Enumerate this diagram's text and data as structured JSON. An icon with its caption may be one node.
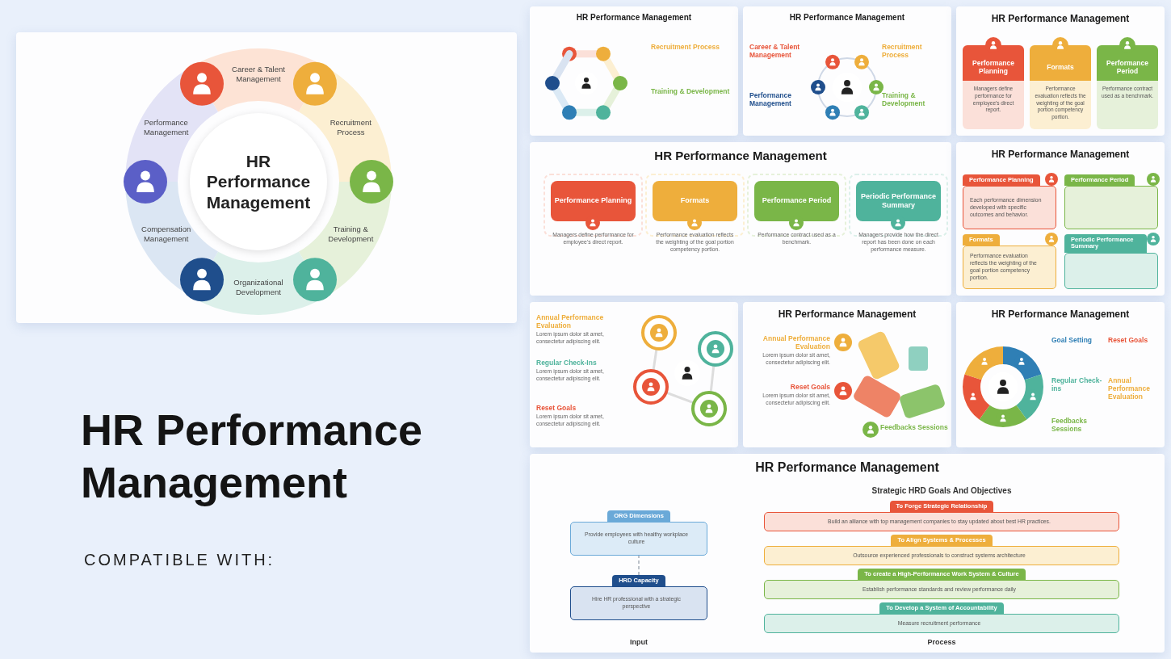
{
  "diagram": {
    "title": "HR Performance Management",
    "nodes": [
      {
        "text": [],
        "shape": "box"
      },
      {
        "text": [
          "HR Performance Management"
        ],
        "in": 0
      },
      {
        "text": [
          "Career & Talent Management"
        ],
        "in": 0
      },
      {
        "text": [
          "Recruitment Process"
        ],
        "in": 0
      },
      {
        "text": [
          "Training & Development"
        ],
        "in": 0
      },
      {
        "text": [
          "Organizational Development"
        ],
        "in": 0
      },
      {
        "text": [
          "Compensation Management"
        ],
        "in": 0
      },
      {
        "text": [
          "Performance Management"
        ],
        "in": 0
      },
      {
        "text": [
          "HR Performance Management"
        ]
      },
      {
        "text": [
          "Recruitment Process"
        ],
        "in": 8
      },
      {
        "text": [
          "Training & Development"
        ],
        "in": 8
      },
      {
        "text": [
          "HR Performance Management"
        ]
      },
      {
        "text": [
          "Career & Talent Management"
        ],
        "in": 11
      },
      {
        "text": [
          "Recruitment Process"
        ],
        "in": 11
      },
      {
        "text": [
          "Performance Management"
        ],
        "in": 11
      },
      {
        "text": [
          "Training & Development"
        ],
        "in": 11
      },
      {
        "text": [
          "HR Performance Management"
        ]
      },
      {
        "text": [
          "Performance Planning",
          "Managers define performance for employee's direct report."
        ],
        "in": 16
      },
      {
        "text": [
          "Formats",
          "Performance evaluation reflects the weighting of the goal portion competency portion."
        ],
        "in": 16
      },
      {
        "text": [
          "Performance Period",
          "Performance contract used as a benchmark."
        ],
        "in": 16
      },
      {
        "text": [
          "HR Performance Management"
        ]
      },
      {
        "text": [
          "Performance Planning"
        ],
        "in": 20,
        "beside": [
          "Managers define performance for employee's direct report."
        ]
      },
      {
        "text": [
          "Formats"
        ],
        "in": 20,
        "beside": [
          "Performance evaluation reflects the weighting of the goal portion competency portion."
        ]
      },
      {
        "text": [
          "Performance Period"
        ],
        "in": 20,
        "beside": [
          "Performance contract used as a benchmark."
        ]
      },
      {
        "text": [
          "Periodic Performance Summary"
        ],
        "in": 20,
        "beside": [
          "Managers provide how the direct report has been done on each performance measure."
        ]
      },
      {
        "text": [
          "HR Performance Management"
        ]
      },
      {
        "text": [
          "Performance Planning",
          "Each performance dimension developed with specific outcomes and behavior."
        ],
        "in": 25
      },
      {
        "text": [
          "Performance Period"
        ],
        "in": 25
      },
      {
        "text": [
          "Formats",
          "Performance evaluation reflects the weighting of the goal portion competency portion."
        ],
        "in": 25
      },
      {
        "text": [
          "Periodic Performance Summary"
        ],
        "in": 25
      },
      {
        "text": [],
        "shape": "box"
      },
      {
        "text": [
          "Annual Performance Evaluation",
          "Lorem ipsum dolor sit amet, consectetur adipiscing elit."
        ],
        "in": 30
      },
      {
        "text": [
          "Regular Check-Ins",
          "Lorem ipsum dolor sit amet, consectetur adipiscing elit."
        ],
        "in": 30
      },
      {
        "text": [
          "Reset Goals",
          "Lorem ipsum dolor sit amet, consectetur adipiscing elit."
        ],
        "in": 30
      },
      {
        "text": [
          "HR Performance Management"
        ]
      },
      {
        "text": [
          "Annual Performance Evaluation",
          "Lorem ipsum dolor sit amet, consectetur adipiscing elit."
        ],
        "in": 34
      },
      {
        "text": [
          "Reset Goals",
          "Lorem ipsum dolor sit amet, consectetur adipiscing elit."
        ],
        "in": 34
      },
      {
        "text": [
          "Feedbacks Sessions"
        ],
        "in": 34
      },
      {
        "text": [
          "HR Performance Management"
        ]
      },
      {
        "text": [
          "Goal Setting"
        ],
        "in": 38
      },
      {
        "text": [
          "Reset Goals"
        ],
        "in": 38
      },
      {
        "text": [
          "Regular Check-ins"
        ],
        "in": 38
      },
      {
        "text": [
          "Annual Performance Evaluation"
        ],
        "in": 38
      },
      {
        "text": [
          "Feedbacks Sessions"
        ],
        "in": 38
      },
      {
        "text": [
          "HR Performance Management"
        ]
      },
      {
        "text": [
          "ORG Dimensions",
          "Provide employees with healthy workplace culture"
        ],
        "in": 44
      },
      {
        "text": [
          "HRD Capacity",
          "Hire HR professional with a strategic perspective"
        ],
        "in": 44
      },
      {
        "text": [
          "To Forge Strategic Relationship",
          "Build an alliance with top management companies to stay updated about best HR practices."
        ],
        "in": 44
      },
      {
        "text": [
          "To Align Systems & Processes",
          "Outsource experienced professionals to construct systems architecture"
        ],
        "in": 44
      },
      {
        "text": [
          "To create a High-Performance Work System & Culture",
          "Establish performance standards and review performance daily"
        ],
        "in": 44
      },
      {
        "text": [
          "To Develop a System of Accountability",
          "Measure recruitment performance"
        ],
        "in": 44
      }
    ],
    "edges": [
      {
        "from": 46,
        "to": 45,
        "arrow": "none",
        "style": "dashed"
      }
    ],
    "labels": [
      "COMPATIBLE WITH:",
      "Strategic HRD Goals And Objectives",
      "Input",
      "Process"
    ]
  }
}
